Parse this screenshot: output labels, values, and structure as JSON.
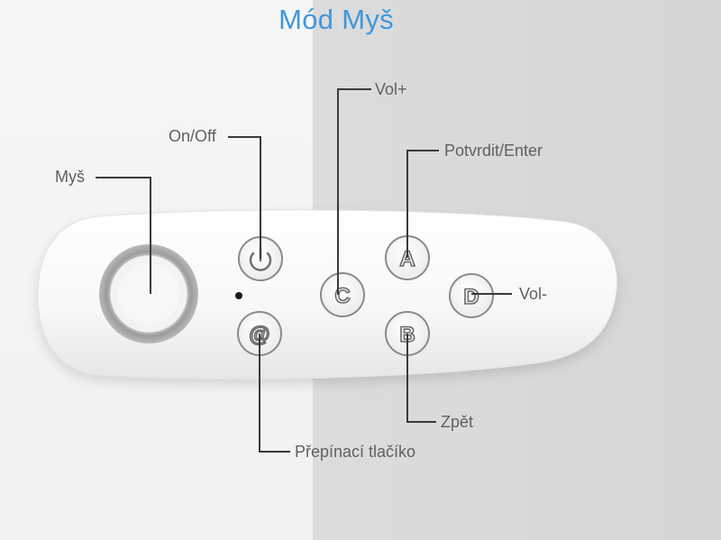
{
  "title": "Mód Myš",
  "labels": {
    "mouse": "Myš",
    "onoff": "On/Off",
    "vol_up": "Vol+",
    "enter": "Potvrdit/Enter",
    "vol_down": "Vol-",
    "back": "Zpět",
    "switch": "Přepínací tlačíko"
  },
  "buttons": {
    "a": "A",
    "b": "B",
    "c": "C",
    "d": "D",
    "at": "@"
  },
  "colors": {
    "title": "#3f97dd",
    "label_text": "#606060",
    "leader_line": "#3a3a3a",
    "remote_body": "#fafafa",
    "joystick_ring": "#9a9a9a"
  },
  "icons": {
    "power": "power-icon"
  }
}
